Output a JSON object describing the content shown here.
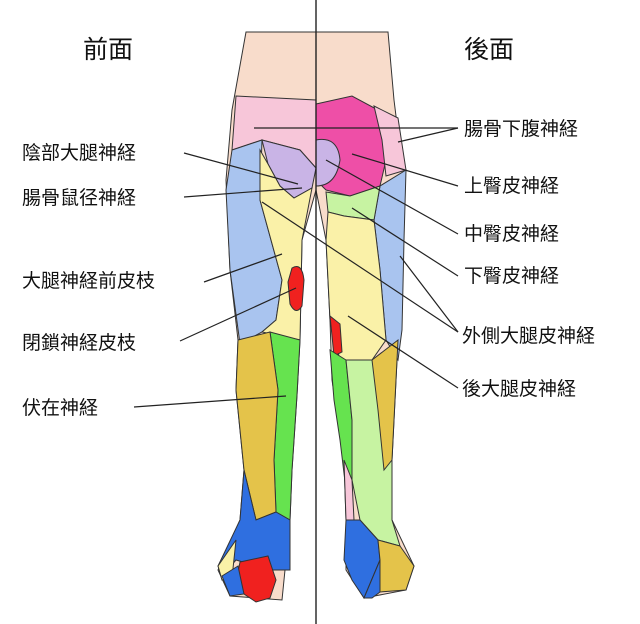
{
  "views": {
    "front": {
      "title": "前面"
    },
    "back": {
      "title": "後面"
    }
  },
  "left_labels": [
    {
      "id": "genitofemoral",
      "text": "陰部大腿神経"
    },
    {
      "id": "ilioinguinal",
      "text": "腸骨鼠径神経"
    },
    {
      "id": "ant-femoral-cut",
      "text": "大腿神経前皮枝"
    },
    {
      "id": "obturator-cut",
      "text": "閉鎖神経皮枝"
    },
    {
      "id": "saphenous",
      "text": "伏在神経"
    }
  ],
  "right_labels": [
    {
      "id": "iliohypogastric",
      "text": "腸骨下腹神経"
    },
    {
      "id": "sup-cluneal",
      "text": "上臀皮神経"
    },
    {
      "id": "mid-cluneal",
      "text": "中臀皮神経"
    },
    {
      "id": "inf-cluneal",
      "text": "下臀皮神経"
    },
    {
      "id": "lat-femoral-cut",
      "text": "外側大腿皮神経"
    },
    {
      "id": "post-femoral-cut",
      "text": "後大腿皮神経"
    }
  ],
  "colors": {
    "skin": "#f8dccb",
    "light_pink": "#f7c6d9",
    "hot_pink": "#ee4fa7",
    "blue": "#a9c4ef",
    "pale_yellow": "#faf1a8",
    "mustard": "#e4c34a",
    "green": "#66e34f",
    "light_green": "#c7f3a2",
    "foot_blue": "#2f6fe0",
    "red": "#f0211f",
    "divider": "#222222"
  }
}
